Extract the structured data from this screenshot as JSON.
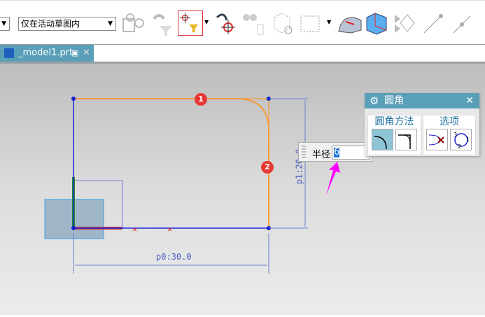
{
  "toolbar": {
    "filter_select": "仅在活动草图内"
  },
  "tab": {
    "title": "_model1.prt",
    "close": "✕"
  },
  "sketch": {
    "dim_horizontal": "p0:30.0",
    "dim_vertical": "p1:20.0",
    "marker1": "1",
    "marker2": "2"
  },
  "radius": {
    "label": "半径",
    "value": "6"
  },
  "dialog": {
    "title": "圆角",
    "close": "✕",
    "method_group": "圆角方法",
    "options_group": "选项"
  }
}
